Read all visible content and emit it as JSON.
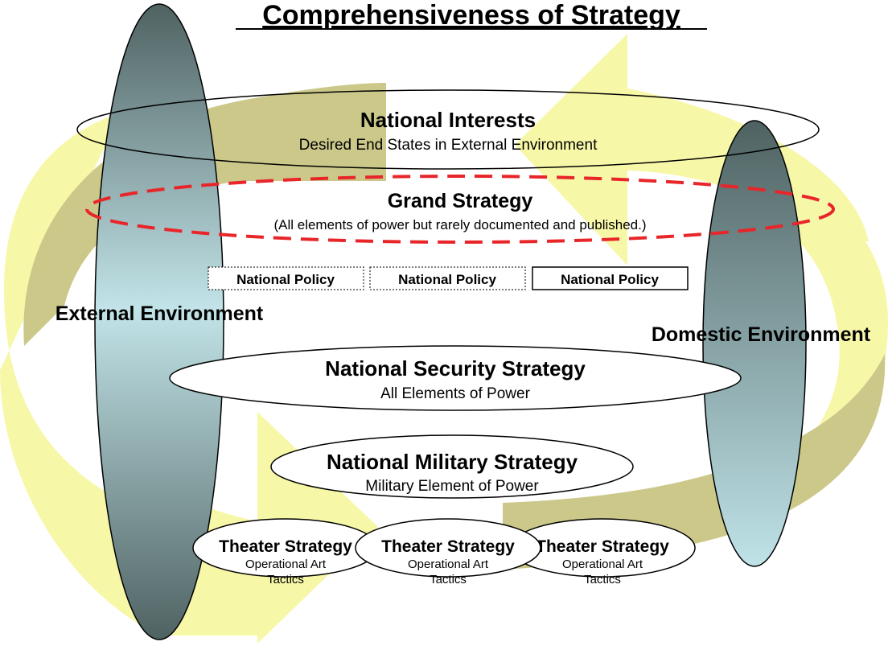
{
  "title": "Comprehensiveness of Strategy",
  "national_interests": {
    "heading": "National Interests",
    "subtitle": "Desired End States in External Environment"
  },
  "grand_strategy": {
    "heading": "Grand Strategy",
    "subtitle": "(All elements of power but rarely documented and published.)"
  },
  "national_policy": [
    "National Policy",
    "National Policy",
    "National Policy"
  ],
  "external_environment": "External Environment",
  "domestic_environment": "Domestic Environment",
  "national_security_strategy": {
    "heading": "National Security Strategy",
    "subtitle": "All Elements of Power"
  },
  "national_military_strategy": {
    "heading": "National Military Strategy",
    "subtitle": "Military Element of Power"
  },
  "theater_strategies": [
    {
      "heading": "Theater Strategy",
      "line1": "Operational Art",
      "line2": "Tactics"
    },
    {
      "heading": "Theater Strategy",
      "line1": "Operational Art",
      "line2": "Tactics"
    },
    {
      "heading": "Theater Strategy",
      "line1": "Operational Art",
      "line2": "Tactics"
    }
  ],
  "colors": {
    "arrow_light": "#f7f7a8",
    "arrow_olive": "#cbc88a",
    "pillar_dark": "#4f6262",
    "pillar_light": "#bfe3e8",
    "grand_strategy_dash": "#e8262a"
  }
}
